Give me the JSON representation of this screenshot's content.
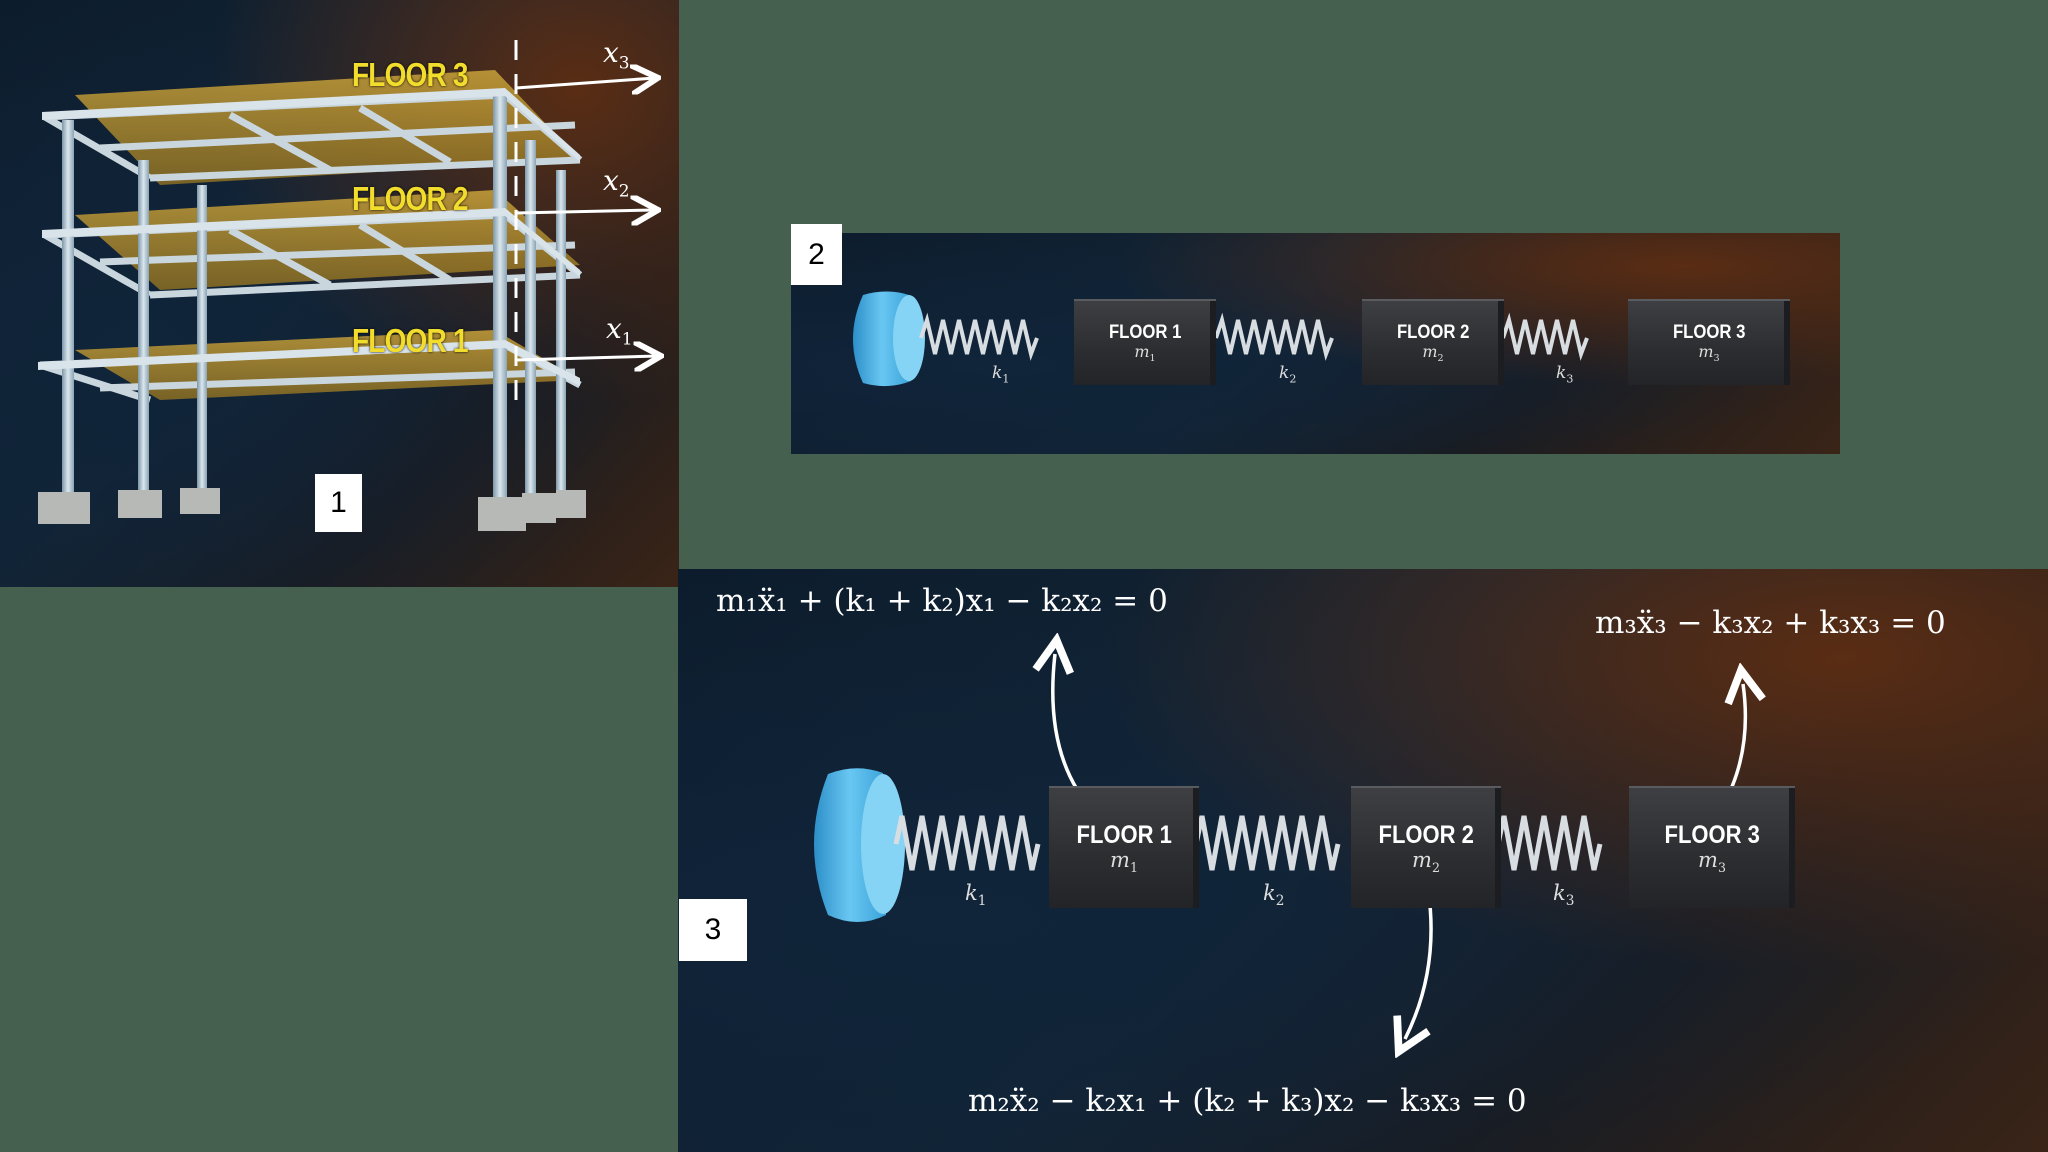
{
  "panel1": {
    "number": "1",
    "floor_labels": [
      "FLOOR 3",
      "FLOOR 2",
      "FLOOR 1"
    ],
    "displacements": [
      {
        "base": "x",
        "sub": "3"
      },
      {
        "base": "x",
        "sub": "2"
      },
      {
        "base": "x",
        "sub": "1"
      }
    ]
  },
  "panel2": {
    "number": "2",
    "blocks": [
      {
        "title": "FLOOR 1",
        "mass": "m",
        "sub": "1"
      },
      {
        "title": "FLOOR 2",
        "mass": "m",
        "sub": "2"
      },
      {
        "title": "FLOOR 3",
        "mass": "m",
        "sub": "3"
      }
    ],
    "springs": [
      {
        "base": "k",
        "sub": "1"
      },
      {
        "base": "k",
        "sub": "2"
      },
      {
        "base": "k",
        "sub": "3"
      }
    ]
  },
  "panel3": {
    "number": "3",
    "blocks": [
      {
        "title": "FLOOR 1",
        "mass": "m",
        "sub": "1"
      },
      {
        "title": "FLOOR 2",
        "mass": "m",
        "sub": "2"
      },
      {
        "title": "FLOOR 3",
        "mass": "m",
        "sub": "3"
      }
    ],
    "springs": [
      {
        "base": "k",
        "sub": "1"
      },
      {
        "base": "k",
        "sub": "2"
      },
      {
        "base": "k",
        "sub": "3"
      }
    ],
    "equations": {
      "eq1": "m₁ẍ₁ + (k₁ + k₂)x₁ − k₂x₂ = 0",
      "eq2": "m₂ẍ₂ − k₂x₁ + (k₂ + k₃)x₂ − k₃x₃ = 0",
      "eq3": "m₃ẍ₃ − k₃x₂ + k₃x₃ = 0"
    }
  },
  "colors": {
    "background": "#45604f",
    "floor_label": "#f2dc2c",
    "base_cylinder": "#4fb3e6",
    "block": "#2f3033"
  }
}
